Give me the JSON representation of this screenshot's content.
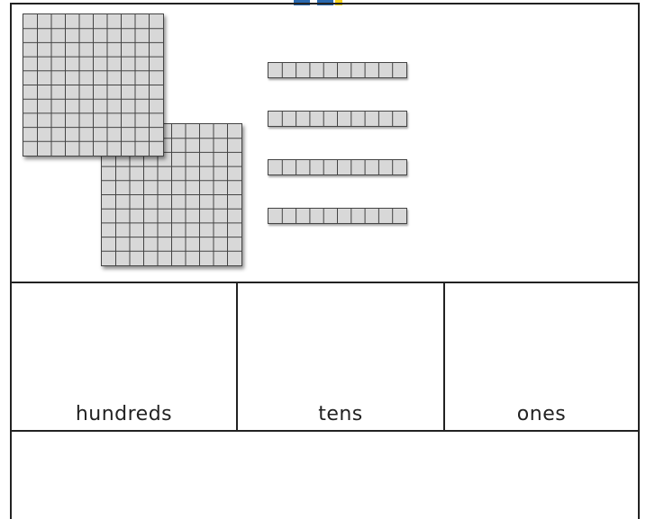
{
  "place_value_chart": {
    "columns": [
      {
        "key": "hundreds",
        "label": "hundreds"
      },
      {
        "key": "tens",
        "label": "tens"
      },
      {
        "key": "ones",
        "label": "ones"
      }
    ]
  },
  "blocks": {
    "hundreds_flats": 2,
    "tens_rods": 4,
    "ones_units": 0
  },
  "colors": {
    "block_fill": "#d8d8d8",
    "block_line": "#444444",
    "border": "#222222",
    "tab_blue": "#2a69b0",
    "tab_yellow": "#f5d21a"
  }
}
